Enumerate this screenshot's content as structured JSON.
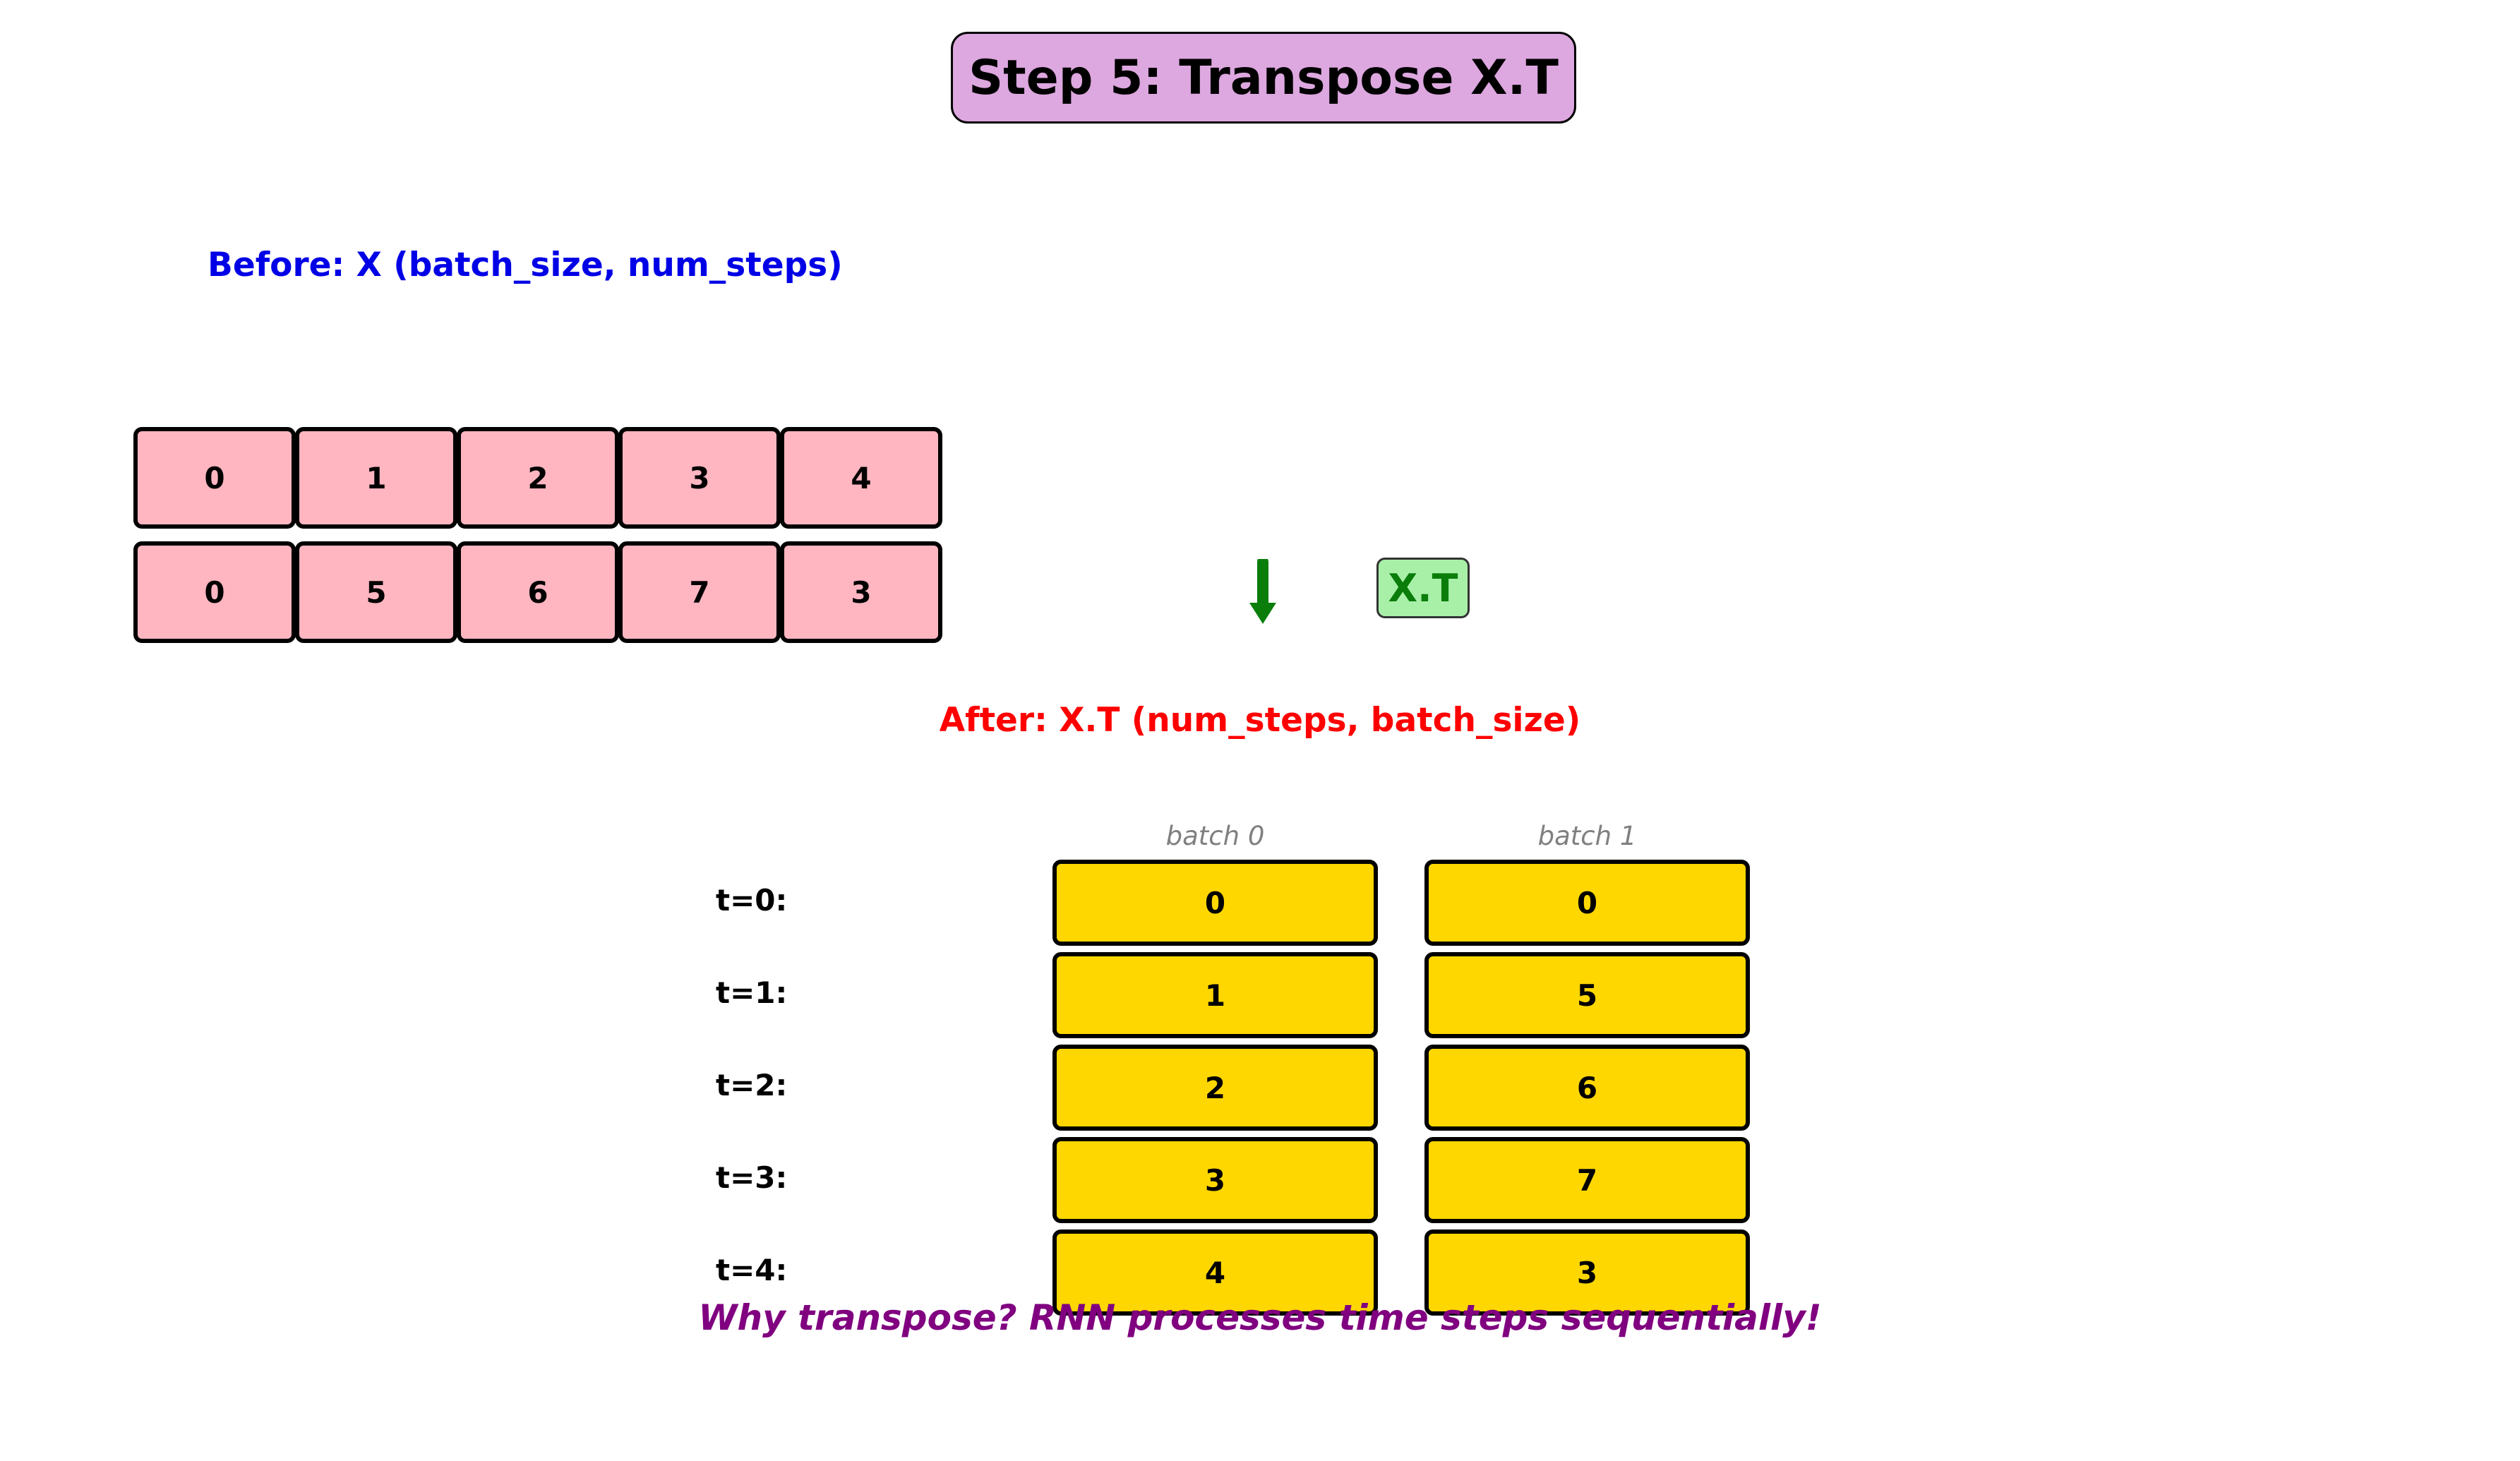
{
  "title": "Step 5: Transpose X.T",
  "before": {
    "label": "Before: X (batch_size, num_steps)",
    "rows": [
      [
        "0",
        "1",
        "2",
        "3",
        "4"
      ],
      [
        "0",
        "5",
        "6",
        "7",
        "3"
      ]
    ],
    "fill_color": "#ffb6c1"
  },
  "operation": {
    "arrow_icon": "down-arrow-icon",
    "label": "X.T",
    "color": "#0a7d0a"
  },
  "after": {
    "label": "After: X.T (num_steps, batch_size)",
    "column_headers": [
      "batch 0",
      "batch 1"
    ],
    "time_labels": [
      "t=0:",
      "t=1:",
      "t=2:",
      "t=3:",
      "t=4:"
    ],
    "rows": [
      [
        "0",
        "0"
      ],
      [
        "1",
        "5"
      ],
      [
        "2",
        "6"
      ],
      [
        "3",
        "7"
      ],
      [
        "4",
        "3"
      ]
    ],
    "fill_color": "#ffd700"
  },
  "footer": "Why transpose? RNN processes time steps sequentially!"
}
